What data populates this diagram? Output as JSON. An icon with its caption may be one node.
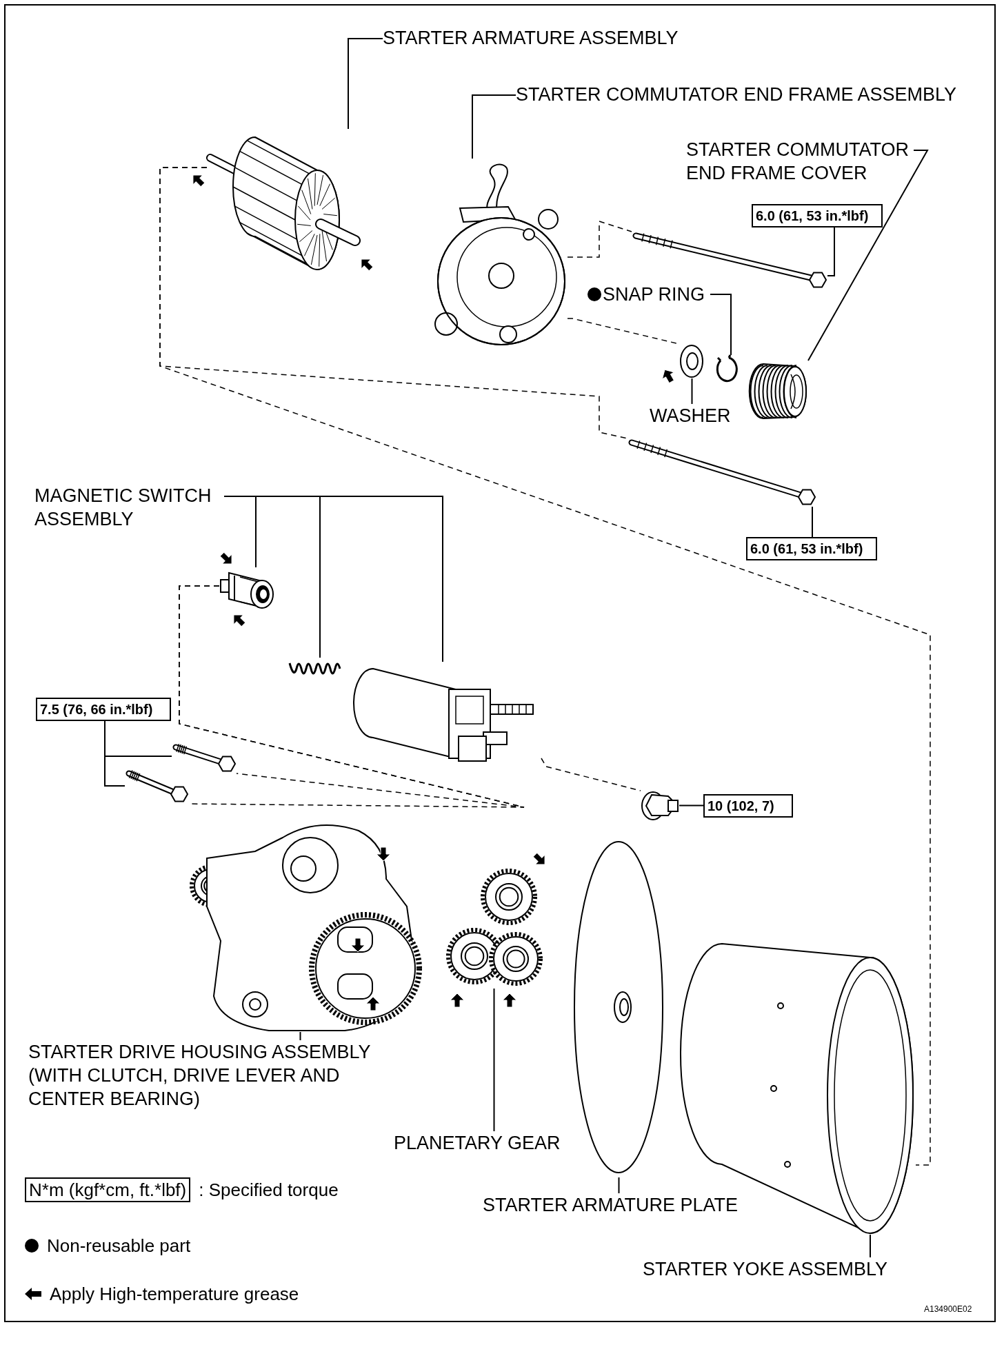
{
  "diagram": {
    "nodes": [
      {
        "text": [
          "STARTER ARMATURE ASSEMBLY"
        ]
      },
      {
        "text": [],
        "shape": "picture"
      },
      {
        "text": [
          "STARTER COMMUTATOR END FRAME ASSEMBLY"
        ]
      },
      {
        "text": [],
        "shape": "picture"
      },
      {
        "text": [
          "STARTER COMMUTATOR END FRAME COVER"
        ]
      },
      {
        "text": [],
        "shape": "picture"
      },
      {
        "text": [
          "6.0 (61, 53 in.*lbf)"
        ]
      },
      {
        "text": [],
        "shape": "picture"
      },
      {
        "text": [
          "SNAP RING"
        ]
      },
      {
        "text": [],
        "shape": "picture"
      },
      {
        "text": [],
        "shape": "picture"
      },
      {
        "text": [
          "WASHER"
        ]
      },
      {
        "text": [],
        "shape": "picture"
      },
      {
        "text": [
          "6.0 (61, 53 in.*lbf)"
        ]
      },
      {
        "text": [
          "MAGNETIC SWITCH ASSEMBLY"
        ]
      },
      {
        "text": [],
        "shape": "picture"
      },
      {
        "text": [],
        "shape": "picture"
      },
      {
        "text": [],
        "shape": "picture"
      },
      {
        "text": [
          "7.5 (76, 66 in.*lbf)"
        ]
      },
      {
        "text": [],
        "shape": "picture"
      },
      {
        "text": [],
        "shape": "picture"
      },
      {
        "text": [],
        "shape": "picture"
      },
      {
        "text": [
          "10 (102, 7)"
        ]
      },
      {
        "text": [],
        "shape": "picture"
      },
      {
        "text": [
          "STARTER DRIVE HOUSING ASSEMBLY (WITH CLUTCH, DRIVE LEVER AND CENTER BEARING)"
        ]
      },
      {
        "text": [],
        "shape": "picture"
      },
      {
        "text": [
          "PLANETARY GEAR"
        ]
      },
      {
        "text": [],
        "shape": "picture"
      },
      {
        "text": [
          "STARTER ARMATURE PLATE"
        ]
      },
      {
        "text": [],
        "shape": "picture"
      },
      {
        "text": [
          "STARTER YOKE ASSEMBLY"
        ]
      }
    ],
    "edges": [
      {
        "from": 0,
        "to": 1,
        "arrow": "none"
      },
      {
        "from": 2,
        "to": 3,
        "arrow": "none"
      },
      {
        "from": 4,
        "to": 5,
        "arrow": "none"
      },
      {
        "from": 6,
        "to": 7,
        "arrow": "none"
      },
      {
        "from": 8,
        "to": 9,
        "arrow": "none"
      },
      {
        "from": 11,
        "to": 10,
        "arrow": "none"
      },
      {
        "from": 13,
        "to": 12,
        "arrow": "none"
      },
      {
        "from": 14,
        "to": 15,
        "arrow": "none"
      },
      {
        "from": 14,
        "to": 16,
        "arrow": "none"
      },
      {
        "from": 14,
        "to": 17,
        "arrow": "none"
      },
      {
        "from": 18,
        "to": 19,
        "arrow": "none"
      },
      {
        "from": 18,
        "to": 20,
        "arrow": "none"
      },
      {
        "from": 22,
        "to": 21,
        "arrow": "none"
      },
      {
        "from": 24,
        "to": 23,
        "arrow": "none"
      },
      {
        "from": 26,
        "to": 25,
        "arrow": "none"
      },
      {
        "from": 28,
        "to": 27,
        "arrow": "none"
      },
      {
        "from": 30,
        "to": 29,
        "arrow": "none"
      },
      {
        "from": 3,
        "to": 7,
        "arrow": "none",
        "style": "dashed"
      },
      {
        "from": 1,
        "to": 12,
        "arrow": "none",
        "style": "dashed"
      },
      {
        "from": 1,
        "to": 29,
        "arrow": "none",
        "style": "dashed"
      },
      {
        "from": 3,
        "to": 10,
        "arrow": "none",
        "style": "dashed"
      },
      {
        "from": 15,
        "to": 19,
        "arrow": "none",
        "style": "dashed"
      },
      {
        "from": 15,
        "to": 20,
        "arrow": "none",
        "style": "dashed"
      },
      {
        "from": 17,
        "to": 21,
        "arrow": "none",
        "style": "dashed"
      }
    ],
    "labels": [
      "N*m (kgf*cm, ft.*lbf)",
      "A134900E02"
    ],
    "legend": [
      {
        "text": ": Specified torque"
      },
      {
        "text": "Non-reusable part"
      },
      {
        "text": "Apply High-temperature grease"
      }
    ]
  }
}
